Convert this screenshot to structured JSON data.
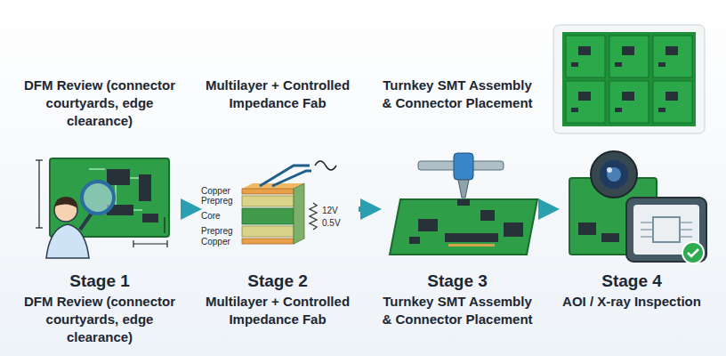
{
  "diagram": {
    "nodes": [
      {
        "text": [
          "Stage 1",
          "DFM Review (connector courtyards, edge clearance)"
        ]
      },
      {
        "text": [
          "Stage 2",
          "Multilayer + Controlled Impedance Fab"
        ]
      },
      {
        "text": [
          "Stage 3",
          "Turnkey SMT Assembly & Connector Placement"
        ]
      },
      {
        "text": [
          "Stage 4",
          "AOI / X-ray Inspection"
        ]
      }
    ],
    "edges": [
      {
        "from": 0,
        "to": 1,
        "arrow": "to"
      },
      {
        "from": 1,
        "to": 2,
        "arrow": "to"
      },
      {
        "from": 2,
        "to": 3,
        "arrow": "to"
      }
    ],
    "labels": [
      "DFM Review (connector courtyards, edge clearance)",
      "Multilayer + Controlled Impedance Fab",
      "Turnkey SMT Assembly & Connector Placement",
      "Copper",
      "Prepreg",
      "Core",
      "Prepreg",
      "Copper",
      "12V",
      "0.5V"
    ]
  }
}
